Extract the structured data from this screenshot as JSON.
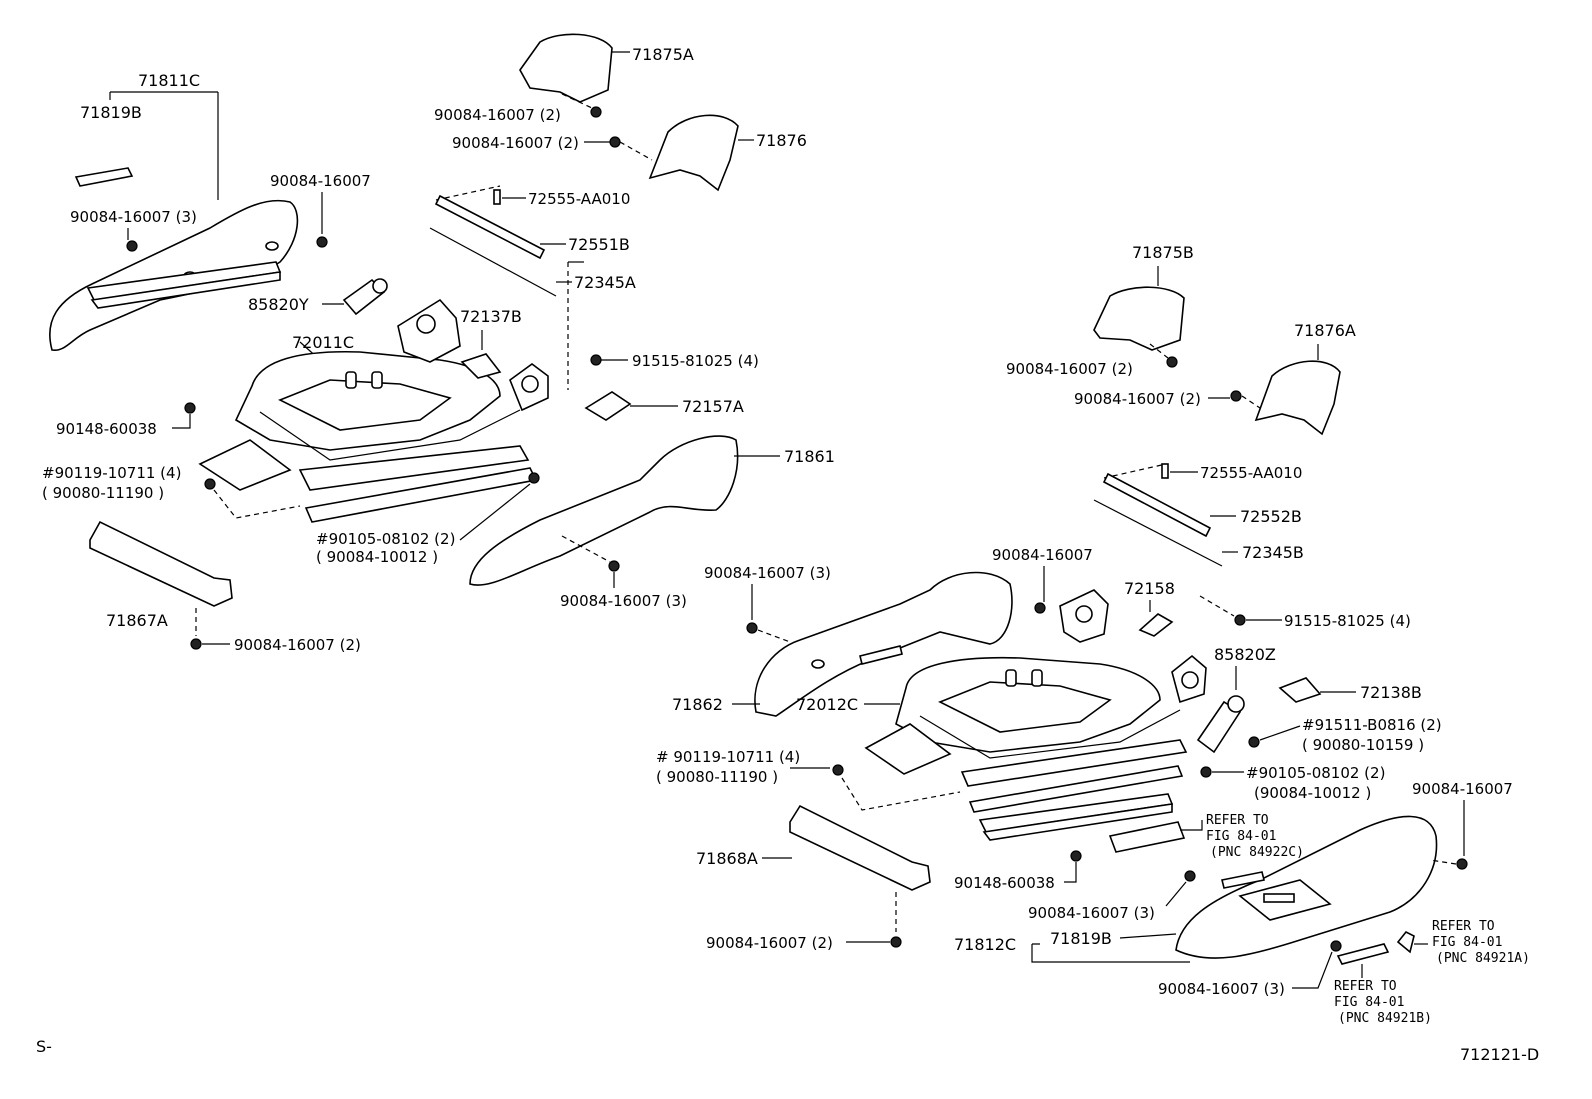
{
  "diagram": {
    "labels": {
      "p71811c": "71811C",
      "p71819b": "71819B",
      "p90084_16007_3a": "90084-16007 (3)",
      "p90084_16007_a": "90084-16007",
      "p71875a": "71875A",
      "p90084_16007_2a": "90084-16007 (2)",
      "p90084_16007_2b": "90084-16007 (2)",
      "p71876": "71876",
      "p72555_aa010_a": "72555-AA010",
      "p72551b": "72551B",
      "p72345a": "72345A",
      "p85820y": "85820Y",
      "p72011c": "72011C",
      "p72137b": "72137B",
      "p91515_81025_4a": "91515-81025 (4)",
      "p72157a": "72157A",
      "p90148_60038_a": "90148-60038",
      "p71861": "71861",
      "p90119_10711_4a": "#90119-10711 (4)",
      "p90080_11190_a": "( 90080-11190  )",
      "p90105_08102_2a": "#90105-08102 (2)",
      "p90084_10012_a": "( 90084-10012 )",
      "p71867a": "71867A",
      "p90084_16007_2c": "90084-16007 (2)",
      "p90084_16007_3b": "90084-16007 (3)",
      "p71875b": "71875B",
      "p90084_16007_2d": "90084-16007 (2)",
      "p71876a": "71876A",
      "p90084_16007_2e": "90084-16007 (2)",
      "p72555_aa010_b": "72555-AA010",
      "p72552b": "72552B",
      "p72345b": "72345B",
      "p90084_16007_3c": "90084-16007 (3)",
      "p90084_16007_b": "90084-16007",
      "p72158": "72158",
      "p91515_81025_4b": "91515-81025 (4)",
      "p85820z": "85820Z",
      "p71862": "71862",
      "p72012c": "72012C",
      "p72138b": "72138B",
      "p91511_b0816_2": "#91511-B0816 (2)",
      "p90080_10159": "( 90080-10159 )",
      "p90119_10711_4b": "# 90119-10711 (4)",
      "p90080_11190_b": "( 90080-11190  )",
      "p90105_08102_2b": "#90105-08102 (2)",
      "p90084_10012_b": "(90084-10012 )",
      "p90084_16007_c": "90084-16007",
      "p71868a": "71868A",
      "ref1_l1": "REFER TO",
      "ref1_l2": "FIG 84-01",
      "ref1_l3": "(PNC 84922C)",
      "p90148_60038_b": "90148-60038",
      "p90084_16007_3d": "90084-16007 (3)",
      "p71812c": "71812C",
      "p71819b_b": "71819B",
      "ref2_l1": "REFER TO",
      "ref2_l2": "FIG 84-01",
      "ref2_l3": "(PNC 84921A)",
      "p90084_16007_2f": "90084-16007 (2)",
      "p90084_16007_3e": "90084-16007 (3)",
      "ref3_l1": "REFER TO",
      "ref3_l2": "FIG 84-01",
      "ref3_l3": "(PNC 84921B)",
      "corner_left": "S-",
      "corner_right": "712121-D"
    }
  }
}
